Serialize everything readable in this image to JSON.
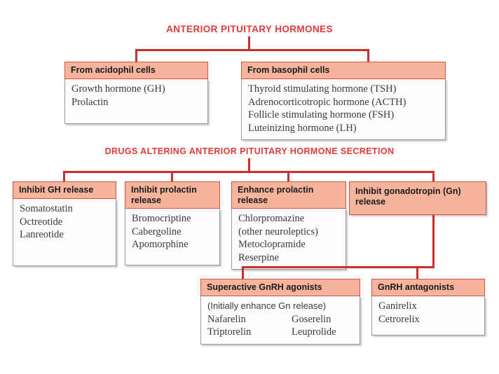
{
  "diagram": {
    "title_main": "ANTERIOR PITUITARY HORMONES",
    "title_drugs": "DRUGS ALTERING ANTERIOR PITUITARY HORMONE SECRETION",
    "accent_color": "#e03a3a",
    "connector_color": "#c9302c",
    "header_fill": "#f6b49c",
    "header_border": "#d4543f",
    "body_fill": "#fdfdfd",
    "body_border": "#9a9a9a"
  },
  "boxes": {
    "acidophil": {
      "header": "From acidophil cells",
      "items": [
        "Growth hormone (GH)",
        "Prolactin"
      ]
    },
    "basophil": {
      "header": "From basophil cells",
      "items": [
        "Thyroid stimulating hormone (TSH)",
        "Adrenocorticotropic hormone (ACTH)",
        "Follicle stimulating hormone (FSH)",
        "Luteinizing hormone (LH)"
      ]
    },
    "inhibit_gh": {
      "header": "Inhibit GH release",
      "items": [
        "Somatostatin",
        "Octreotide",
        "Lanreotide"
      ]
    },
    "inhibit_prolactin": {
      "header": "Inhibit prolactin release",
      "items": [
        "Bromocriptine",
        "Cabergoline",
        "Apomorphine"
      ]
    },
    "enhance_prolactin": {
      "header": "Enhance prolactin release",
      "items": [
        "Chlorpromazine",
        "(other neuroleptics)",
        "Metoclopramide",
        "Reserpine"
      ]
    },
    "inhibit_gonadotropin": {
      "header": "Inhibit gonadotropin (Gn) release"
    },
    "gnrh_agonists": {
      "header": "Superactive GnRH agonists",
      "note": "(Initially enhance Gn release)",
      "col_left": [
        "Nafarelin",
        "Triptorelin"
      ],
      "col_right": [
        "Goserelin",
        "Leuprolide"
      ]
    },
    "gnrh_antagonists": {
      "header": "GnRH antagonists",
      "items": [
        "Ganirelix",
        "Cetrorelix"
      ]
    }
  }
}
